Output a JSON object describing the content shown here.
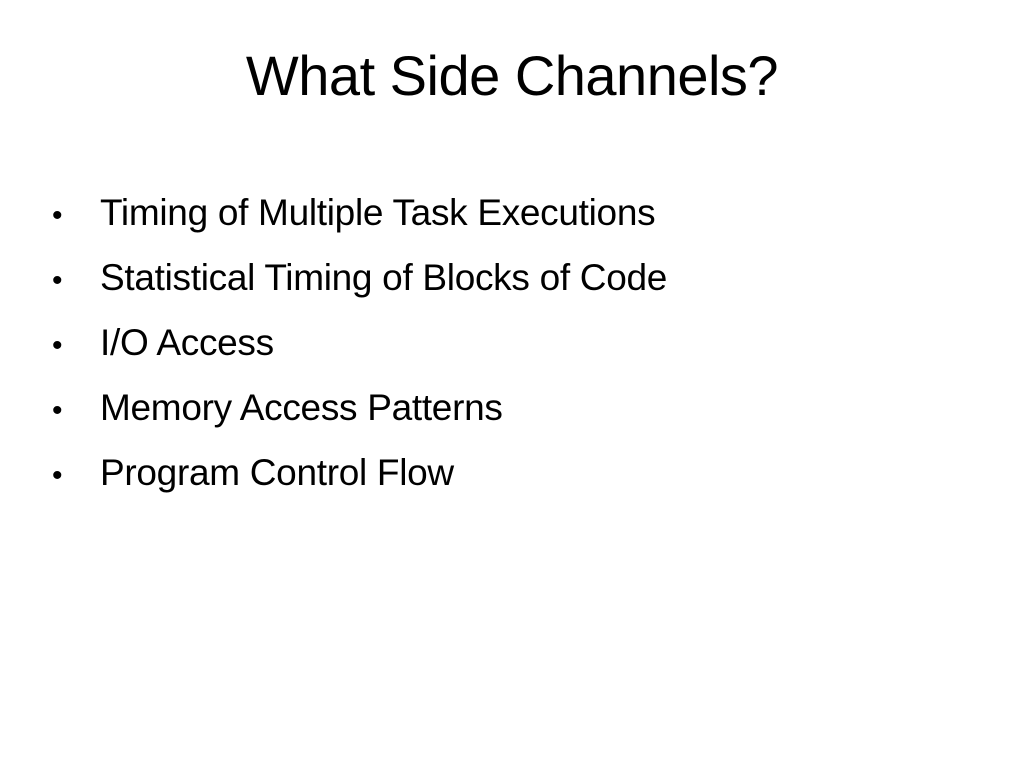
{
  "slide": {
    "title": "What Side Channels?",
    "bullet_glyph": "•",
    "bullets": [
      "Timing of Multiple Task Executions",
      "Statistical Timing of Blocks of Code",
      "I/O Access",
      "Memory Access Patterns",
      "Program Control Flow"
    ]
  }
}
